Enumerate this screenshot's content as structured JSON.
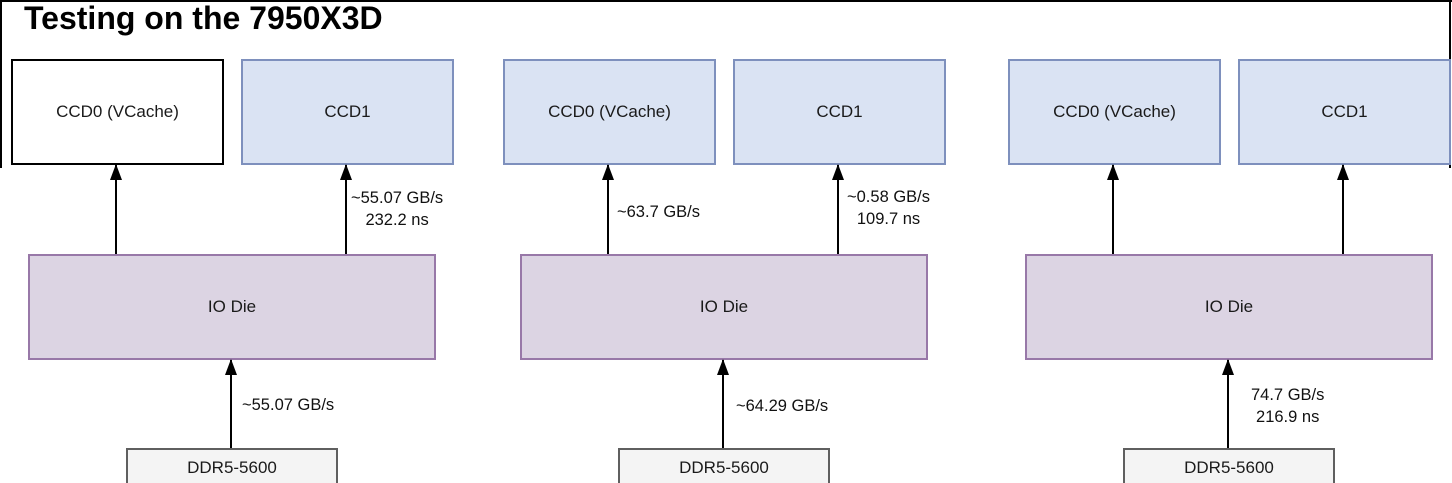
{
  "title": "Testing on the 7950X3D",
  "colors": {
    "ccd_fill": "#dae3f3",
    "ccd_border": "#7e90bd",
    "ccd0_plain_fill": "#ffffff",
    "ccd0_plain_border": "#000000",
    "io_die_fill": "#dcd4e3",
    "io_die_border": "#9878a8",
    "ddr_fill": "#f4f4f4",
    "ddr_border": "#5f5f5f",
    "arrow": "#000000",
    "text": "#111111"
  },
  "diagrams": [
    {
      "ccd0_label": "CCD0 (VCache)",
      "ccd1_label": "CCD1",
      "io_label": "IO Die",
      "ddr_label": "DDR5-5600",
      "ccd1_arrow_label": [
        "~55.07 GB/s",
        "232.2 ns"
      ],
      "ddr_arrow_label": [
        "~55.07 GB/s"
      ]
    },
    {
      "ccd0_label": "CCD0 (VCache)",
      "ccd1_label": "CCD1",
      "io_label": "IO Die",
      "ddr_label": "DDR5-5600",
      "ccd0_arrow_label": [
        "~63.7 GB/s"
      ],
      "ccd1_arrow_label": [
        "~0.58 GB/s",
        "109.7 ns"
      ],
      "ddr_arrow_label": [
        "~64.29 GB/s"
      ]
    },
    {
      "ccd0_label": "CCD0 (VCache)",
      "ccd1_label": "CCD1",
      "io_label": "IO Die",
      "ddr_label": "DDR5-5600",
      "ddr_arrow_label": [
        "74.7 GB/s",
        "216.9 ns"
      ]
    }
  ]
}
